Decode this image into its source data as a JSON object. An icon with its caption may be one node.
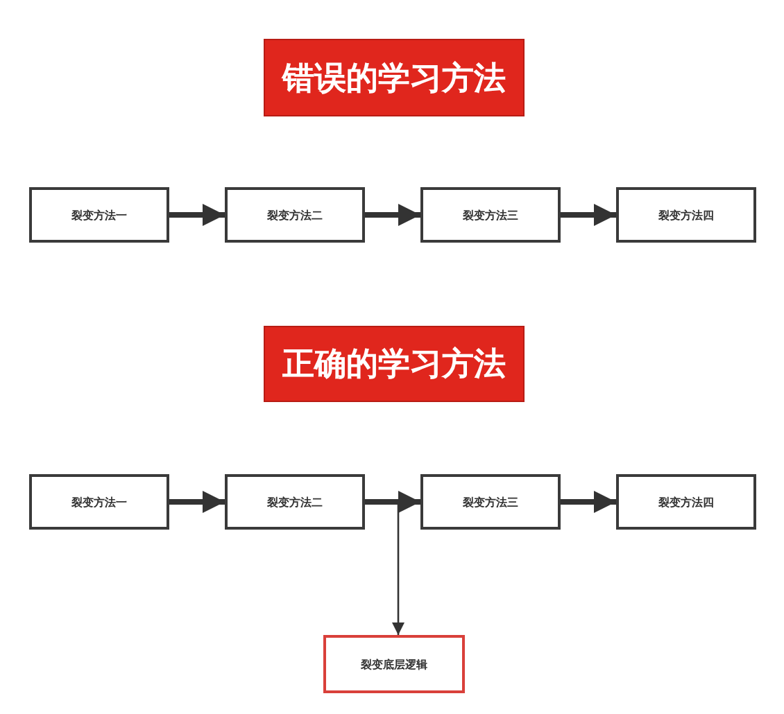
{
  "diagram": {
    "nodes": [
      {
        "text": [
          "错误的学习方法"
        ]
      },
      {
        "text": [
          "裂变方法一"
        ]
      },
      {
        "text": [
          "裂变方法二"
        ]
      },
      {
        "text": [
          "裂变方法三"
        ]
      },
      {
        "text": [
          "裂变方法四"
        ]
      },
      {
        "text": [
          "正确的学习方法"
        ]
      },
      {
        "text": [
          "裂变方法一"
        ]
      },
      {
        "text": [
          "裂变方法二"
        ]
      },
      {
        "text": [
          "裂变方法三"
        ]
      },
      {
        "text": [
          "裂变方法四"
        ]
      },
      {
        "text": [
          "裂变底层逻辑"
        ]
      }
    ],
    "edges": [
      {
        "from": 1,
        "to": 2,
        "arrow": "to"
      },
      {
        "from": 2,
        "to": 3,
        "arrow": "to"
      },
      {
        "from": 3,
        "to": 4,
        "arrow": "to"
      },
      {
        "from": 6,
        "to": 7,
        "arrow": "to"
      },
      {
        "from": 7,
        "to": 8,
        "arrow": "to"
      },
      {
        "from": 7,
        "to": 10,
        "arrow": "to"
      },
      {
        "from": 8,
        "to": 9,
        "arrow": "to"
      }
    ]
  }
}
